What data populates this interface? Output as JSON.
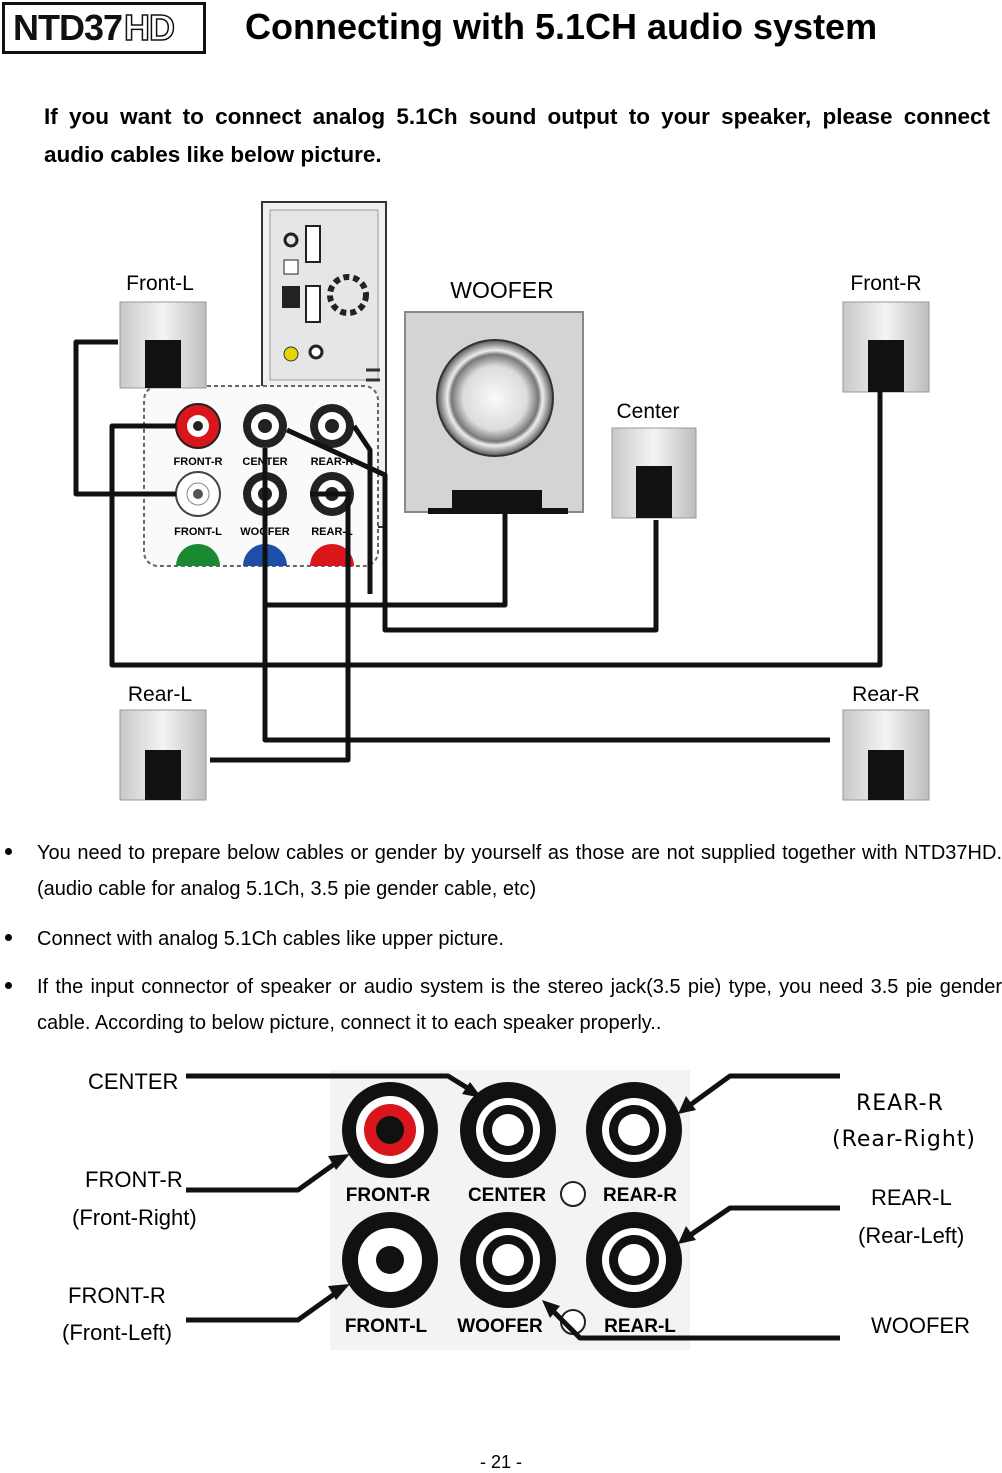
{
  "header": {
    "logo_main": "NTD37",
    "logo_suffix": "HD",
    "title": "Connecting with 5.1CH audio system"
  },
  "intro": "If you want to connect analog 5.1Ch sound output to your speaker, please connect audio cables like below picture.",
  "diagram": {
    "speakers": {
      "front_left": "Front-L",
      "front_right": "Front-R",
      "woofer": "WOOFER",
      "center": "Center",
      "rear_left": "Rear-L",
      "rear_right": "Rear-R"
    },
    "jacks": {
      "front_r": "FRONT-R",
      "center": "CENTER",
      "rear_r": "REAR-R",
      "front_l": "FRONT-L",
      "woofer": "WOOFER",
      "rear_l": "REAR-L"
    },
    "jack_colors": {
      "front_r": "#d8161b",
      "front_l": "#ffffff",
      "row3_left": "#1a8a32",
      "row3_mid": "#1e4fa8",
      "row3_right": "#d8161b"
    }
  },
  "bullets": [
    "You need to prepare below cables or gender by yourself as those are not supplied together with NTD37HD. (audio cable for analog 5.1Ch, 3.5 pie gender cable, etc)",
    "Connect with analog 5.1Ch cables like upper picture.",
    "If the input connector of speaker or audio system is the stereo jack(3.5 pie) type, you need 3.5 pie gender cable. According to below picture, connect it to each speaker properly.."
  ],
  "connector_labels": {
    "center": "CENTER",
    "front_r_name": "FRONT-R",
    "front_r_desc": "(Front-Right)",
    "front_l_name": "FRONT-R",
    "front_l_desc": "(Front-Left)",
    "rear_r_name": "REAR-R",
    "rear_r_desc": "(Rear-Right)",
    "rear_l_name": "REAR-L",
    "rear_l_desc": "(Rear-Left)",
    "woofer": "WOOFER"
  },
  "page_number": "- 21 -"
}
